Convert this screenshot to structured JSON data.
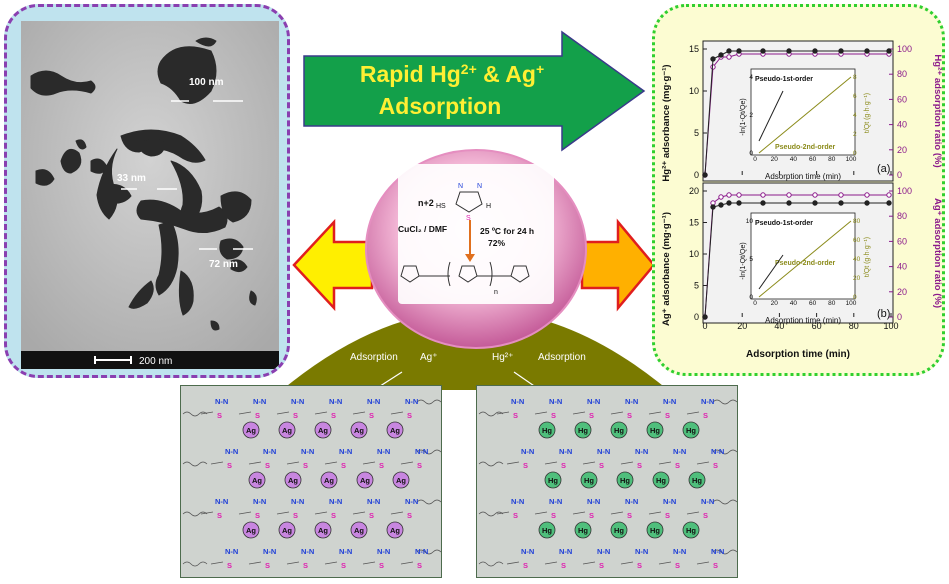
{
  "headline": {
    "line1": "Rapid Hg",
    "sup1": "2+",
    "amp": " & Ag",
    "sup2": "+",
    "line2": "Adsorption"
  },
  "tem": {
    "scale_label": "200 nm",
    "sizes": [
      "100 nm",
      "33 nm",
      "72 nm"
    ]
  },
  "reaction": {
    "reactant_coef": "n+2",
    "reactant_groups": {
      "n1": "N",
      "n2": "N",
      "hs": "HS",
      "s": "S",
      "h": "H"
    },
    "reagent": "CuCl₂ / DMF",
    "conditions": "25 ºC for 24 h",
    "yield": "72%",
    "product_subscript": "n"
  },
  "dome_labels": {
    "left_process": "Adsorption",
    "left_ion": "Ag⁺",
    "right_ion": "Hg²⁺",
    "right_process": "Adsorption"
  },
  "panel_a": {
    "tag": "(a)",
    "ylabel_left": "Hg²⁺ adsorbance (mg·g⁻¹)",
    "ylabel_right": "Hg²⁺ adsorption ratio (%)",
    "yticks_left": [
      "0",
      "5",
      "10",
      "15"
    ],
    "yticks_right": [
      "0",
      "20",
      "40",
      "60",
      "80",
      "100"
    ],
    "inset_pfo": "Pseudo-1st-order",
    "inset_pso": "Pseudo-2nd-order",
    "inset_ylabel_left": "-ln(1-Qt/Qe)",
    "inset_ylabel_right": "t/Qt (g·h·g⁻¹)",
    "inset_yticks_left": [
      "0",
      "2",
      "4"
    ],
    "inset_yticks_right": [
      "0",
      "2",
      "4",
      "6",
      "8"
    ],
    "inset_xticks": [
      "0",
      "20",
      "40",
      "60",
      "80",
      "100"
    ],
    "inset_xlabel": "Adsorption time (min)"
  },
  "panel_b": {
    "tag": "(b)",
    "ylabel_left": "Ag⁺ adsorbance (mg·g⁻¹)",
    "ylabel_right": "Ag⁺ adsorption ratio (%)",
    "yticks_left": [
      "0",
      "5",
      "10",
      "15",
      "20"
    ],
    "yticks_right": [
      "0",
      "20",
      "40",
      "60",
      "80",
      "100"
    ],
    "inset_pfo": "Pseudo-1st-order",
    "inset_pso": "Pseudo-2nd-order",
    "inset_ylabel_left": "-ln(1-Qt/Qe)",
    "inset_ylabel_right": "t/Qt (g·h·g⁻¹)",
    "inset_yticks_left": [
      "0",
      "5",
      "10"
    ],
    "inset_yticks_right": [
      "0",
      "20",
      "40",
      "60",
      "80"
    ],
    "inset_xticks": [
      "0",
      "20",
      "40",
      "60",
      "80",
      "100"
    ],
    "inset_xlabel": "Adsorption time (min)"
  },
  "shared_xlabel": "Adsorption time (min)",
  "shared_xticks": [
    "0",
    "20",
    "40",
    "60",
    "80",
    "100"
  ],
  "ions": {
    "ag": "Ag",
    "hg": "Hg"
  },
  "chain_atoms": {
    "nn": "N-N",
    "s": "S"
  },
  "colors": {
    "arrow_green": "#13a04a",
    "arrow_yellow": "#ffef00",
    "arrow_orange": "#ffb000",
    "arrow_border": "#e01e1e",
    "dome": "#7a7a00",
    "ag_ball": "#c886e0",
    "hg_ball": "#4fbf7c",
    "sulfur": "#e01eb0",
    "nitrogen": "#1f3fd8",
    "adsorption_ratio": "#8b1a8b"
  }
}
